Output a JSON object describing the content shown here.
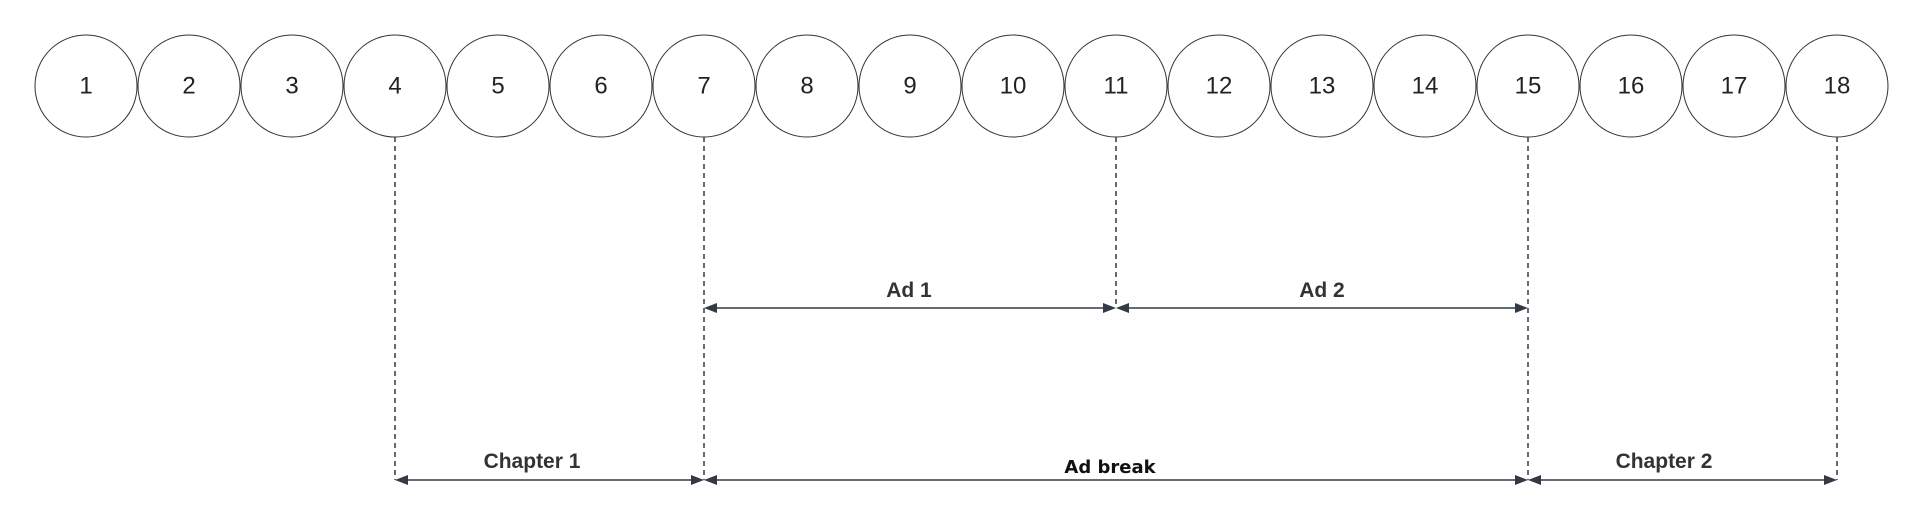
{
  "nodes": [
    "1",
    "2",
    "3",
    "4",
    "5",
    "6",
    "7",
    "8",
    "9",
    "10",
    "11",
    "12",
    "13",
    "14",
    "15",
    "16",
    "17",
    "18"
  ],
  "spans": {
    "ad1": {
      "label": "Ad 1",
      "from": "7",
      "to": "11"
    },
    "ad2": {
      "label": "Ad 2",
      "from": "11",
      "to": "15"
    },
    "chapter1": {
      "label": "Chapter 1",
      "from": "4",
      "to": "7"
    },
    "ad_break": {
      "label": "Ad break",
      "from": "7",
      "to": "15"
    },
    "chapter2": {
      "label": "Chapter 2",
      "from": "15",
      "to": "18"
    }
  },
  "colors": {
    "circle_stroke": "#333333",
    "line": "#333a45",
    "text": "#333333"
  }
}
